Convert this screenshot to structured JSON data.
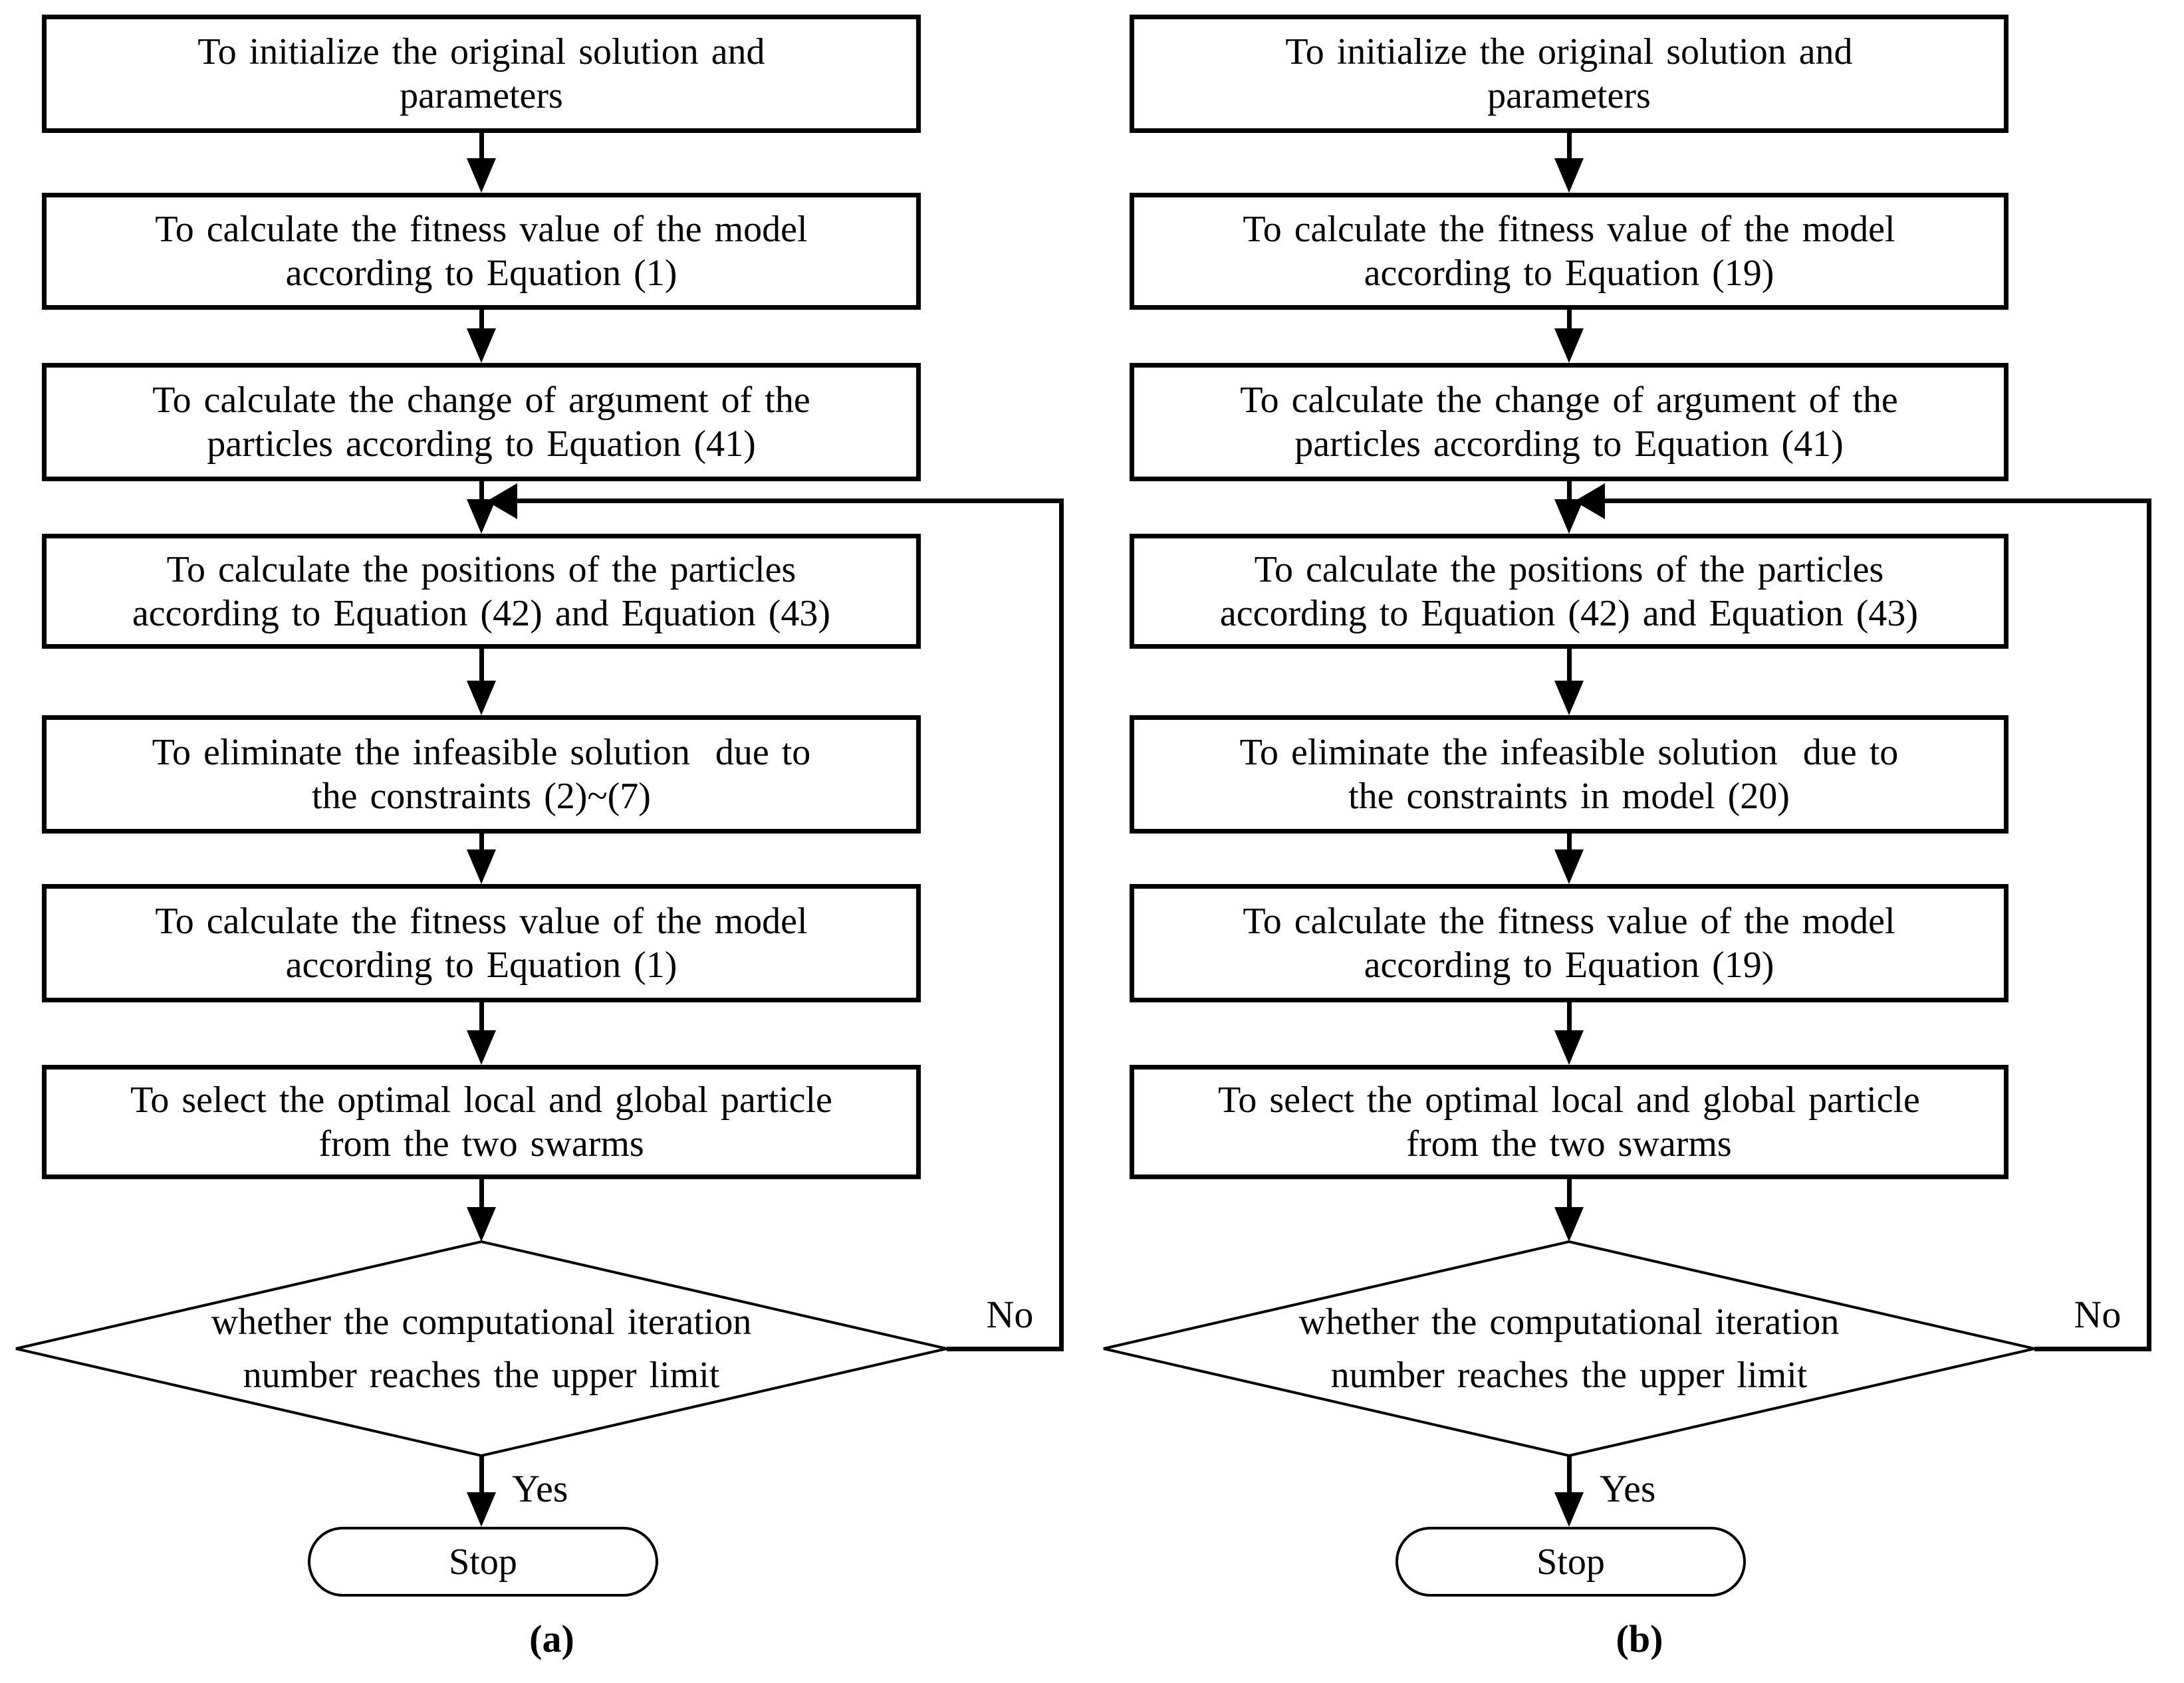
{
  "figure": {
    "colors": {
      "ink": "#000000",
      "background": "#ffffff"
    },
    "columns": [
      {
        "caption": "(a)",
        "boxes": [
          {
            "lines": [
              "To initialize the original solution and",
              "parameters"
            ]
          },
          {
            "lines": [
              "To calculate the fitness value of the model",
              "according to Equation (1)"
            ]
          },
          {
            "lines": [
              "To calculate the change of argument of the",
              "particles according to Equation (41)"
            ]
          },
          {
            "lines": [
              "To calculate the positions of the particles",
              "according to Equation (42) and Equation (43)"
            ]
          },
          {
            "lines": [
              "To eliminate the infeasible solution  due to",
              "the constraints (2)~(7)"
            ]
          },
          {
            "lines": [
              "To calculate the fitness value of the model",
              "according to Equation (1)"
            ]
          },
          {
            "lines": [
              "To select the optimal local and global particle",
              "from the two swarms"
            ]
          }
        ],
        "decision": {
          "lines": [
            "whether the computational iteration",
            "number reaches the upper limit"
          ]
        },
        "no_label": "No",
        "yes_label": "Yes",
        "stop_label": "Stop"
      },
      {
        "caption": "(b)",
        "boxes": [
          {
            "lines": [
              "To initialize the original solution and",
              "parameters"
            ]
          },
          {
            "lines": [
              "To calculate the fitness value of the model",
              "according to Equation (19)"
            ]
          },
          {
            "lines": [
              "To calculate the change of argument of the",
              "particles according to Equation (41)"
            ]
          },
          {
            "lines": [
              "To calculate the positions of the particles",
              "according to Equation (42) and Equation (43)"
            ]
          },
          {
            "lines": [
              "To eliminate the infeasible solution  due to",
              "the constraints in model (20)"
            ]
          },
          {
            "lines": [
              "To calculate the fitness value of the model",
              "according to Equation (19)"
            ]
          },
          {
            "lines": [
              "To select the optimal local and global particle",
              "from the two swarms"
            ]
          }
        ],
        "decision": {
          "lines": [
            "whether the computational iteration",
            "number reaches the upper limit"
          ]
        },
        "no_label": "No",
        "yes_label": "Yes",
        "stop_label": "Stop"
      }
    ]
  }
}
